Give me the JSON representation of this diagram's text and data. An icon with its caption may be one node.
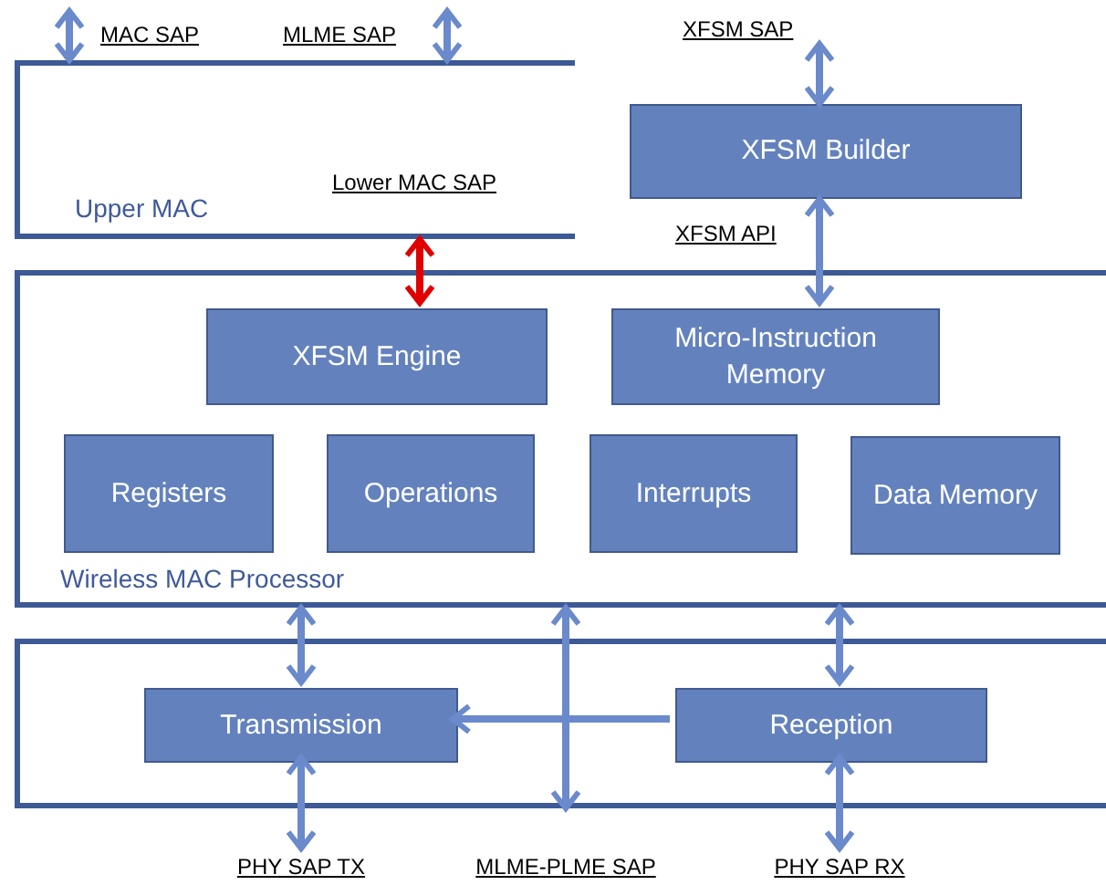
{
  "diagram": {
    "nodes": [
      {
        "text": [
          "Upper MAC"
        ]
      },
      {
        "text": [
          "XFSM Builder"
        ]
      },
      {
        "text": [
          "Wireless MAC Processor"
        ]
      },
      {
        "text": [
          "XFSM Engine"
        ],
        "in": 2
      },
      {
        "text": [
          "Micro-Instruction Memory"
        ],
        "in": 2
      },
      {
        "text": [
          "Registers"
        ],
        "in": 2
      },
      {
        "text": [
          "Operations"
        ],
        "in": 2
      },
      {
        "text": [
          "Interrupts"
        ],
        "in": 2
      },
      {
        "text": [
          "Data Memory"
        ],
        "in": 2
      },
      {
        "text": [],
        "shape": "box"
      },
      {
        "text": [
          "Transmission"
        ],
        "in": 9
      },
      {
        "text": [
          "Reception"
        ],
        "in": 9
      }
    ],
    "edges": [
      {
        "from": null,
        "to": 0,
        "arrow": "both",
        "label": "MAC SAP"
      },
      {
        "from": null,
        "to": 0,
        "arrow": "both",
        "label": "MLME SAP"
      },
      {
        "from": null,
        "to": 1,
        "arrow": "both",
        "label": "XFSM SAP"
      },
      {
        "from": 1,
        "to": 4,
        "arrow": "both",
        "label": "XFSM API"
      },
      {
        "from": 0,
        "to": 3,
        "arrow": "both",
        "label": "Lower MAC SAP",
        "color": "#e00000"
      },
      {
        "from": 2,
        "to": 10,
        "arrow": "both"
      },
      {
        "from": 2,
        "to": 11,
        "arrow": "both"
      },
      {
        "from": 2,
        "to": 9,
        "arrow": "both",
        "label": "MLME-PLME SAP"
      },
      {
        "from": 11,
        "to": 10,
        "arrow": "to"
      },
      {
        "from": 10,
        "to": null,
        "arrow": "both",
        "label": "PHY SAP TX"
      },
      {
        "from": 11,
        "to": null,
        "arrow": "both",
        "label": "PHY SAP RX"
      }
    ]
  }
}
